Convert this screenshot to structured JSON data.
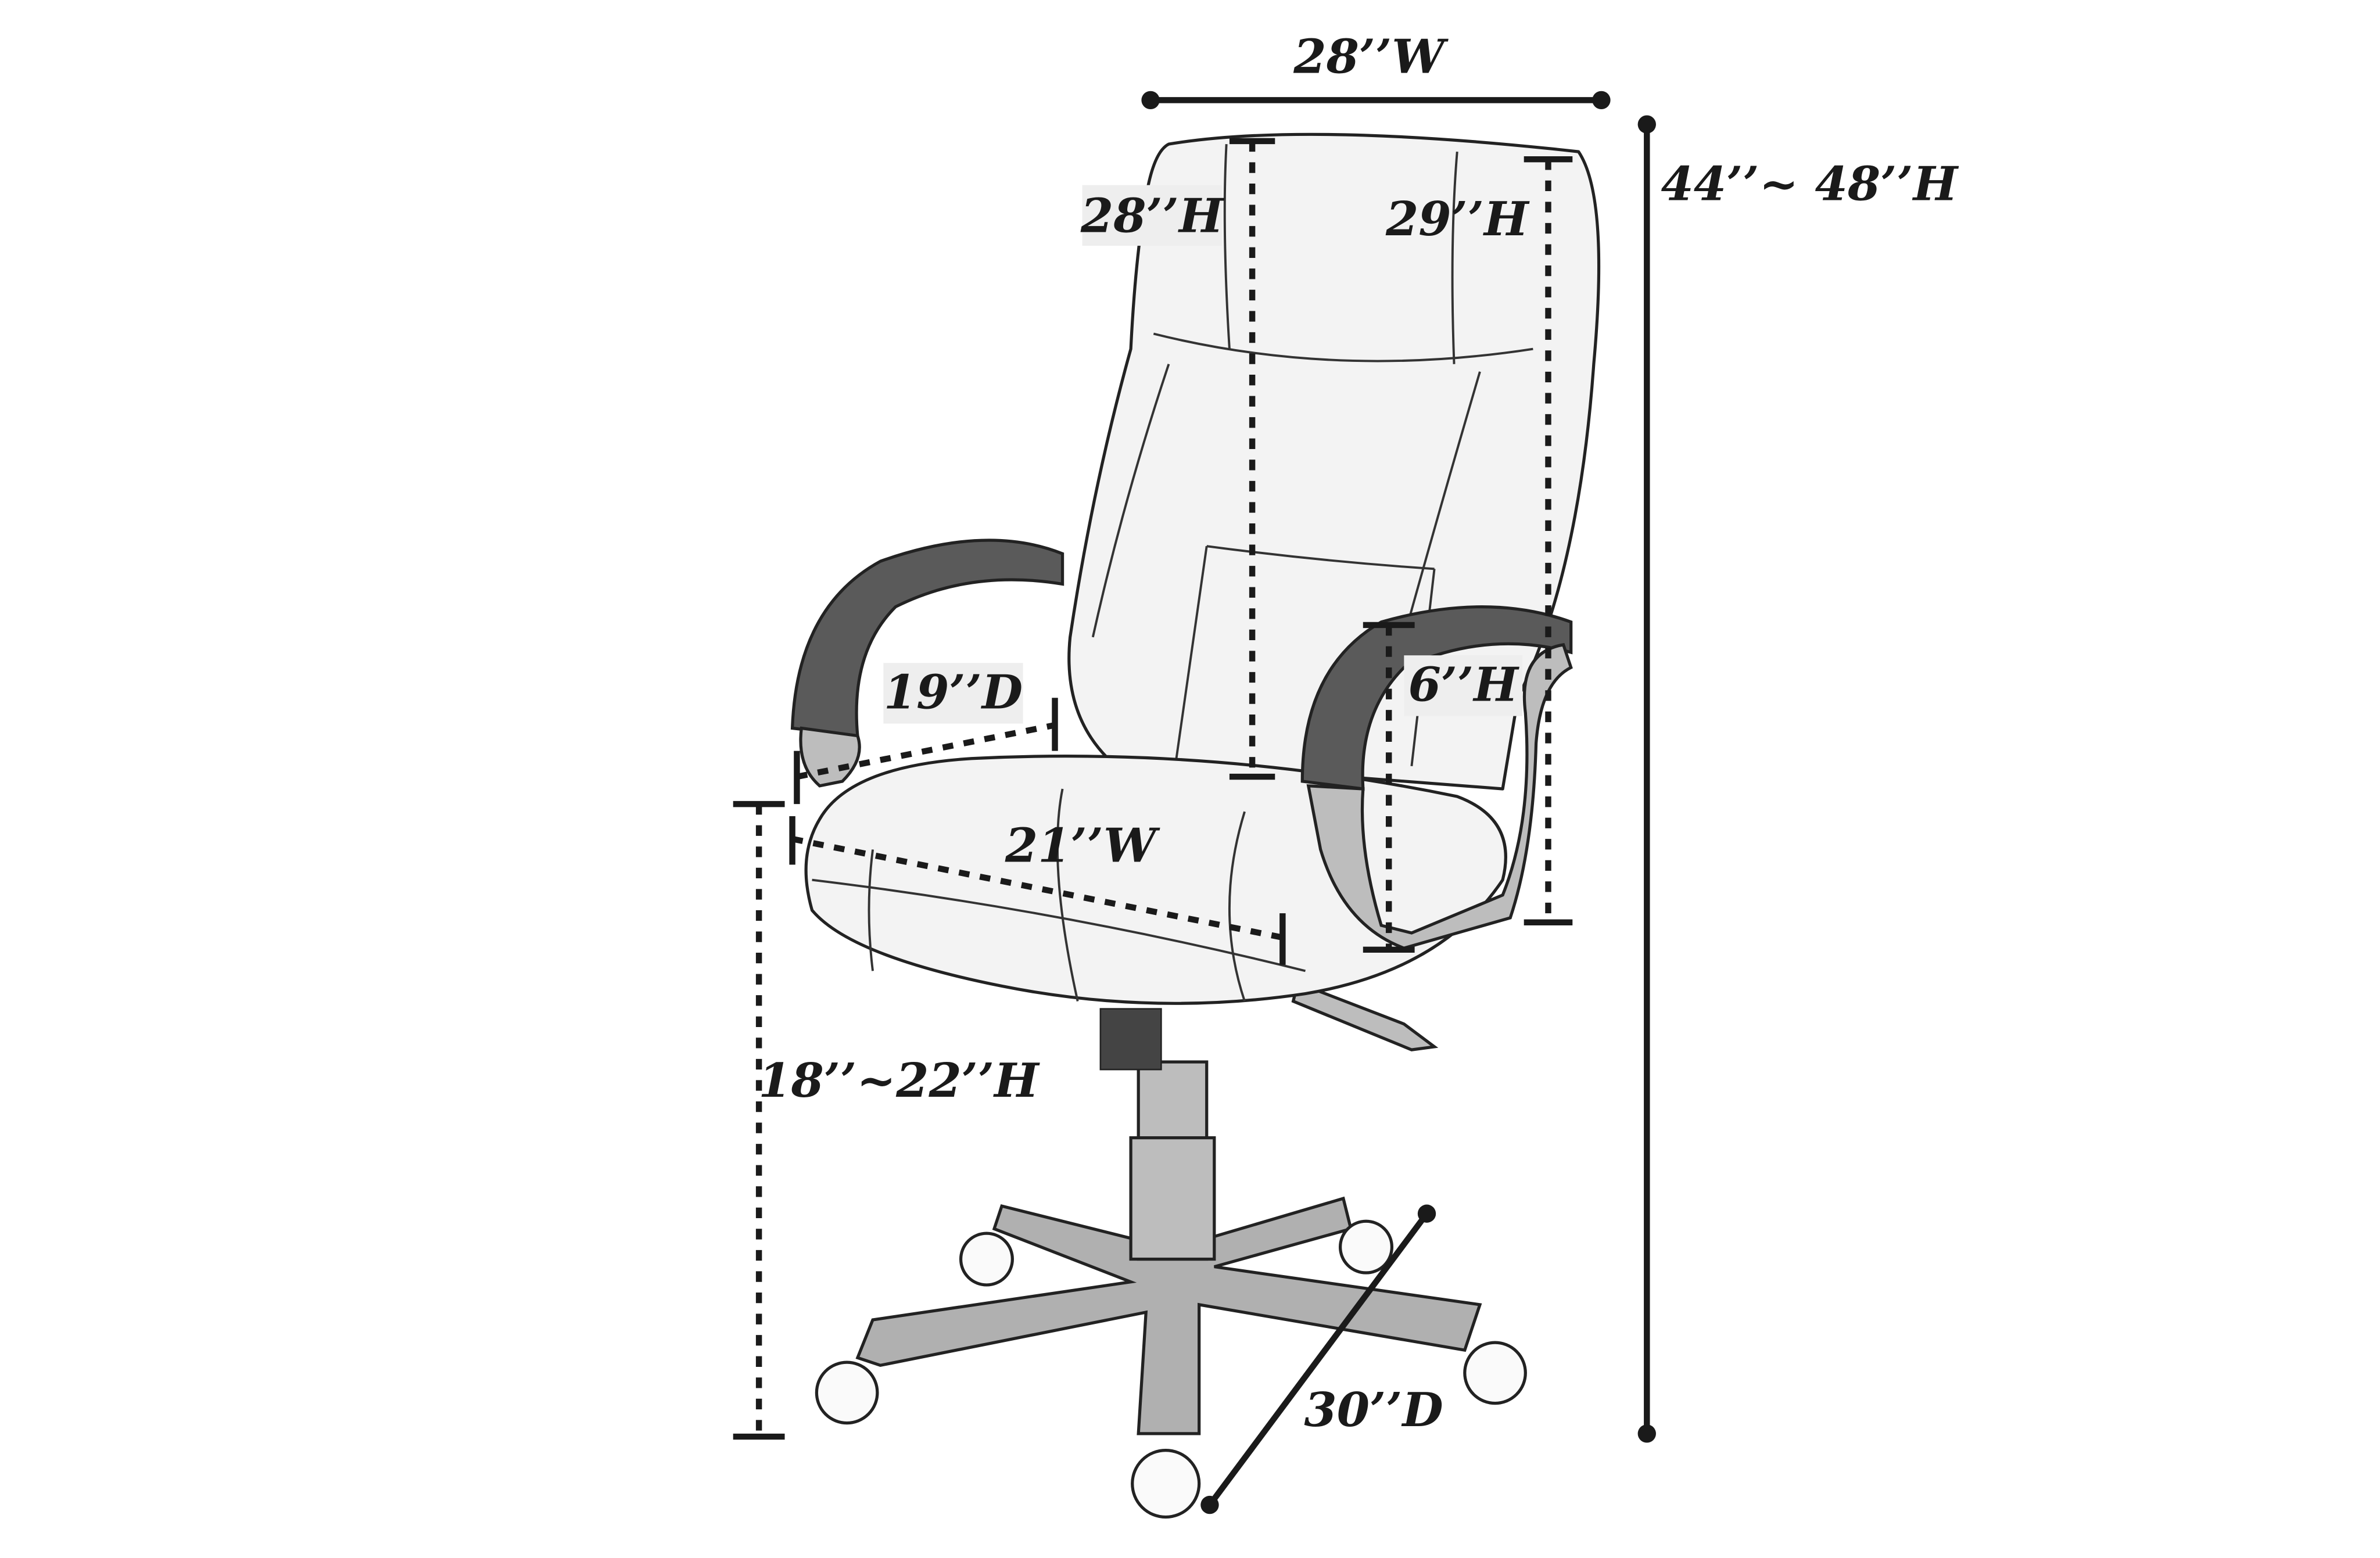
{
  "diagram": {
    "subject": "office-chair",
    "dimensions": {
      "overall_width": "28’’W",
      "back_height_center": "28’’H",
      "back_height_side": "29’’H",
      "overall_height": "44’’~ 48’’H",
      "seat_depth": "19’’D",
      "arm_height": "6’’H",
      "seat_width": "21’’W",
      "seat_height": "18’’~22’’H",
      "base_diameter": "30’’D"
    },
    "colors": {
      "line": "#1a1a1a",
      "armrest": "#5a5a5a",
      "base": "#b0b0b0",
      "upholstery": "#f3f3f3"
    }
  }
}
